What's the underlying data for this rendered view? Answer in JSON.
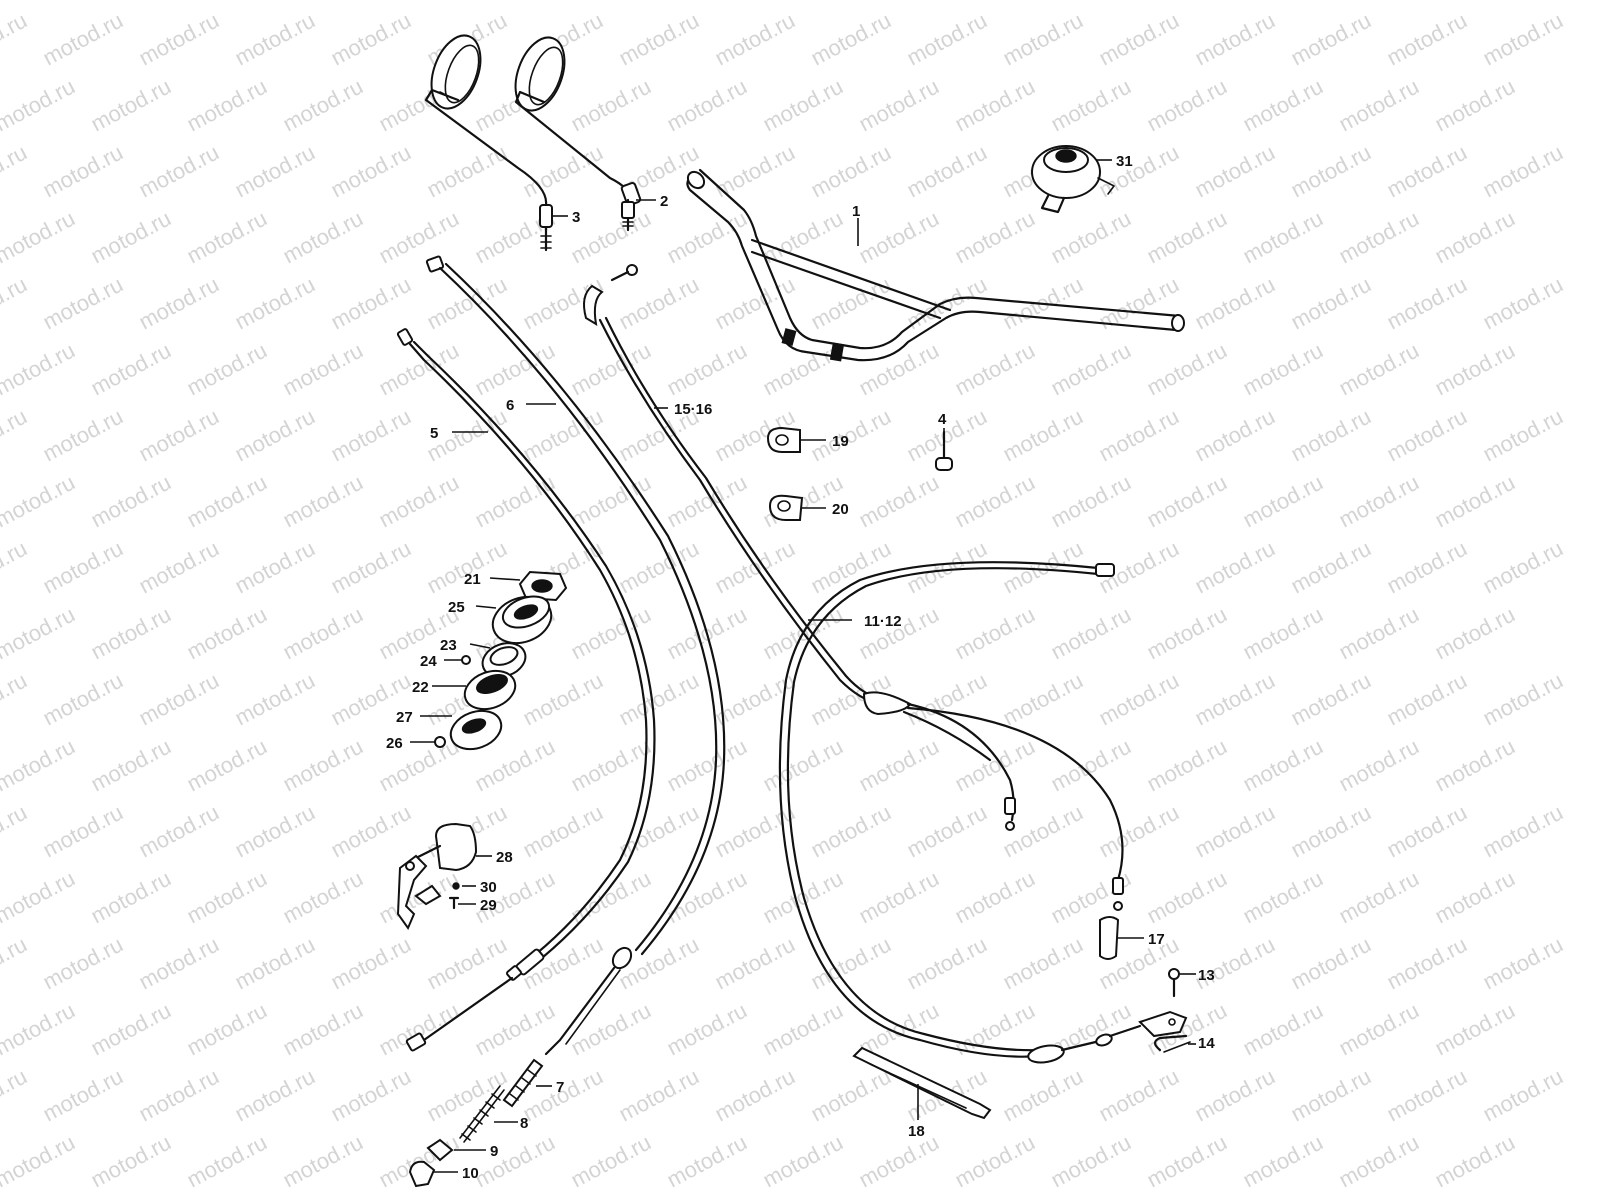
{
  "watermark": "motod.ru",
  "callouts": [
    {
      "id": "c1",
      "label": "1"
    },
    {
      "id": "c2",
      "label": "2"
    },
    {
      "id": "c3",
      "label": "3"
    },
    {
      "id": "c4",
      "label": "4"
    },
    {
      "id": "c5",
      "label": "5"
    },
    {
      "id": "c6",
      "label": "6"
    },
    {
      "id": "c7",
      "label": "7"
    },
    {
      "id": "c8",
      "label": "8"
    },
    {
      "id": "c9",
      "label": "9"
    },
    {
      "id": "c10",
      "label": "10"
    },
    {
      "id": "c11",
      "label": "11·12"
    },
    {
      "id": "c13",
      "label": "13"
    },
    {
      "id": "c14",
      "label": "14"
    },
    {
      "id": "c15",
      "label": "15·16"
    },
    {
      "id": "c17",
      "label": "17"
    },
    {
      "id": "c18",
      "label": "18"
    },
    {
      "id": "c19",
      "label": "19"
    },
    {
      "id": "c20",
      "label": "20"
    },
    {
      "id": "c21",
      "label": "21"
    },
    {
      "id": "c22",
      "label": "22"
    },
    {
      "id": "c23",
      "label": "23"
    },
    {
      "id": "c24",
      "label": "24"
    },
    {
      "id": "c25",
      "label": "25"
    },
    {
      "id": "c26",
      "label": "26"
    },
    {
      "id": "c27",
      "label": "27"
    },
    {
      "id": "c28",
      "label": "28"
    },
    {
      "id": "c29",
      "label": "29"
    },
    {
      "id": "c30",
      "label": "30"
    },
    {
      "id": "c31",
      "label": "31"
    }
  ]
}
